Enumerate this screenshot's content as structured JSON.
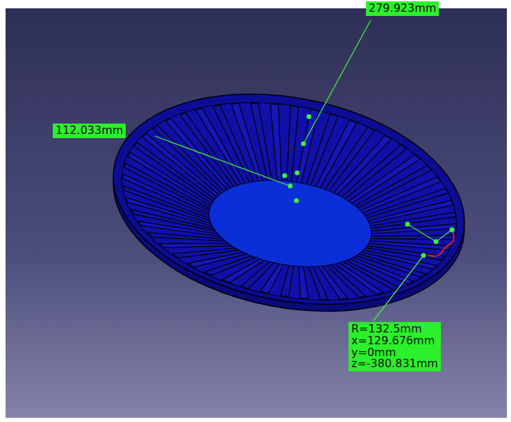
{
  "diagram": {
    "nodes": [
      {
        "text": [
          "279.923mm"
        ]
      },
      {
        "text": [
          "112.033mm"
        ]
      },
      {
        "text": [
          "R=132.5mm x=129.676mm y=0mm z=-380.831mm"
        ]
      }
    ]
  }
}
